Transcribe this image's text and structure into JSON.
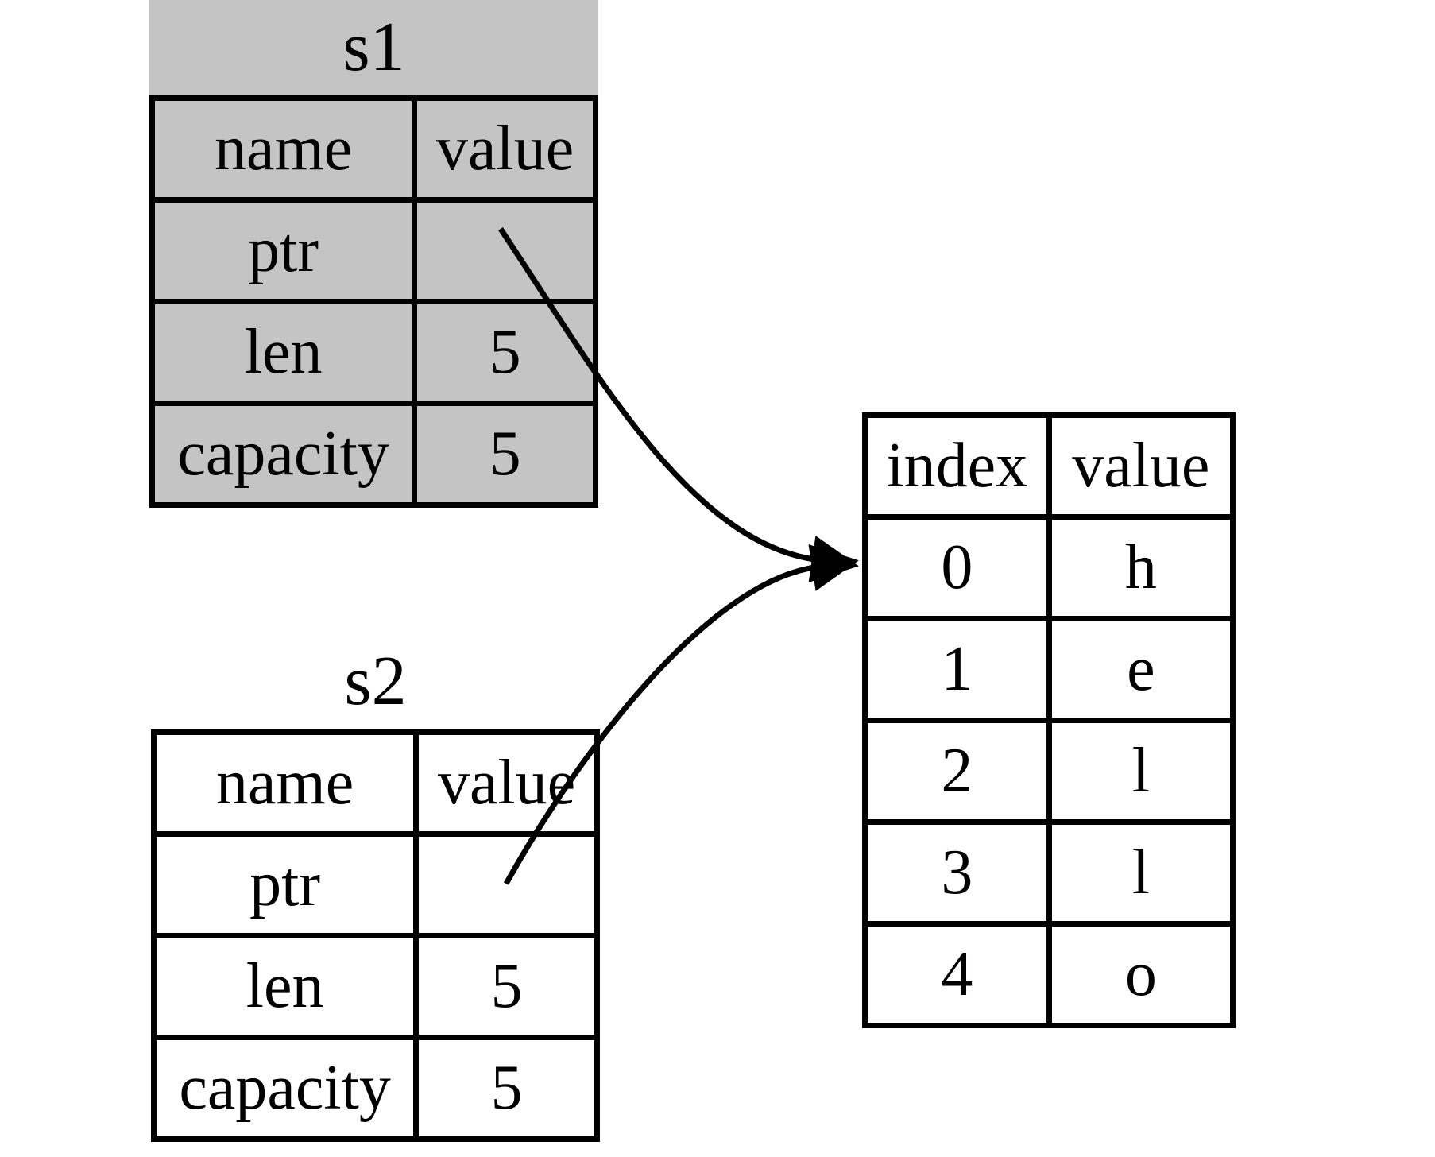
{
  "diagram": {
    "description": "Two string stack records pointing to one heap buffer",
    "colors": {
      "s1_fill": "#c4c4c4",
      "s2_fill": "#ffffff",
      "line": "#000000",
      "background": "#ffffff"
    }
  },
  "s1": {
    "title": "s1",
    "columns": [
      "name",
      "value"
    ],
    "rows": [
      {
        "name": "ptr",
        "value": ""
      },
      {
        "name": "len",
        "value": "5"
      },
      {
        "name": "capacity",
        "value": "5"
      }
    ]
  },
  "s2": {
    "title": "s2",
    "columns": [
      "name",
      "value"
    ],
    "rows": [
      {
        "name": "ptr",
        "value": ""
      },
      {
        "name": "len",
        "value": "5"
      },
      {
        "name": "capacity",
        "value": "5"
      }
    ]
  },
  "heap": {
    "columns": [
      "index",
      "value"
    ],
    "rows": [
      {
        "index": "0",
        "value": "h"
      },
      {
        "index": "1",
        "value": "e"
      },
      {
        "index": "2",
        "value": "l"
      },
      {
        "index": "3",
        "value": "l"
      },
      {
        "index": "4",
        "value": "o"
      }
    ]
  },
  "arrows": [
    {
      "from": "s1.ptr",
      "to": "heap.row0"
    },
    {
      "from": "s2.ptr",
      "to": "heap.row0"
    }
  ]
}
